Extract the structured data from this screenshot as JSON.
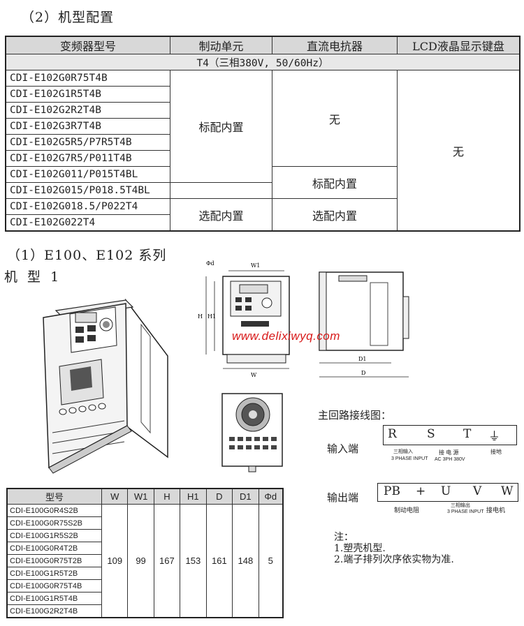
{
  "section2_title": "（2）机型配置",
  "config_table": {
    "headers": [
      "变频器型号",
      "制动单元",
      "直流电抗器",
      "LCD液晶显示键盘"
    ],
    "subheader": "T4（三相380V, 50/60Hz）",
    "models": [
      "CDI-E102G0R75T4B",
      "CDI-E102G1R5T4B",
      "CDI-E102G2R2T4B",
      "CDI-E102G3R7T4B",
      "CDI-E102G5R5/P7R5T4B",
      "CDI-E102G7R5/P011T4B",
      "CDI-E102G011/P015T4BL",
      "CDI-E102G015/P018.5T4BL",
      "CDI-E102G018.5/P022T4",
      "CDI-E102G022T4"
    ],
    "brake_std": "标配内置",
    "brake_opt": "选配内置",
    "reactor_none": "无",
    "reactor_std": "标配内置",
    "reactor_opt": "选配内置",
    "lcd_none": "无"
  },
  "section1_title": "（1）E100、E102 系列",
  "model_type": "机 型 1",
  "diagram_labels": {
    "phi_d": "Φd",
    "w1": "W1",
    "h": "H",
    "h1": "H1",
    "w": "W",
    "d1": "D1",
    "d": "D"
  },
  "watermark": "www.delixiwyq.com",
  "wiring": {
    "title": "主回路接线图：",
    "input_label": "输入端",
    "input_terms": [
      "R",
      "S",
      "T",
      "⏚"
    ],
    "input_note1": "三相输入",
    "input_note1_en": "3 PHASE INPUT",
    "input_note2": "接 电 源",
    "input_note2_en": "AC 3PH 380V",
    "input_note3": "接地",
    "output_label": "输出端",
    "output_terms": [
      "PB",
      "+",
      "U",
      "V",
      "W"
    ],
    "output_note1": "制动电阻",
    "output_note2": "三相输出",
    "output_note2_en": "3 PHASE INPUT",
    "output_note3": "接电机"
  },
  "notes": {
    "title": "注：",
    "items": [
      "1.塑壳机型.",
      "2.端子排列次序依实物为准."
    ]
  },
  "dim_table": {
    "headers": [
      "型号",
      "W",
      "W1",
      "H",
      "H1",
      "D",
      "D1",
      "Φd"
    ],
    "models": [
      "CDI-E100G0R4S2B",
      "CDI-E100G0R75S2B",
      "CDI-E100G1R5S2B",
      "CDI-E100G0R4T2B",
      "CDI-E100G0R75T2B",
      "CDI-E100G1R5T2B",
      "CDI-E100G0R75T4B",
      "CDI-E100G1R5T4B",
      "CDI-E100G2R2T4B"
    ],
    "values": [
      "109",
      "99",
      "167",
      "153",
      "161",
      "148",
      "5"
    ]
  }
}
